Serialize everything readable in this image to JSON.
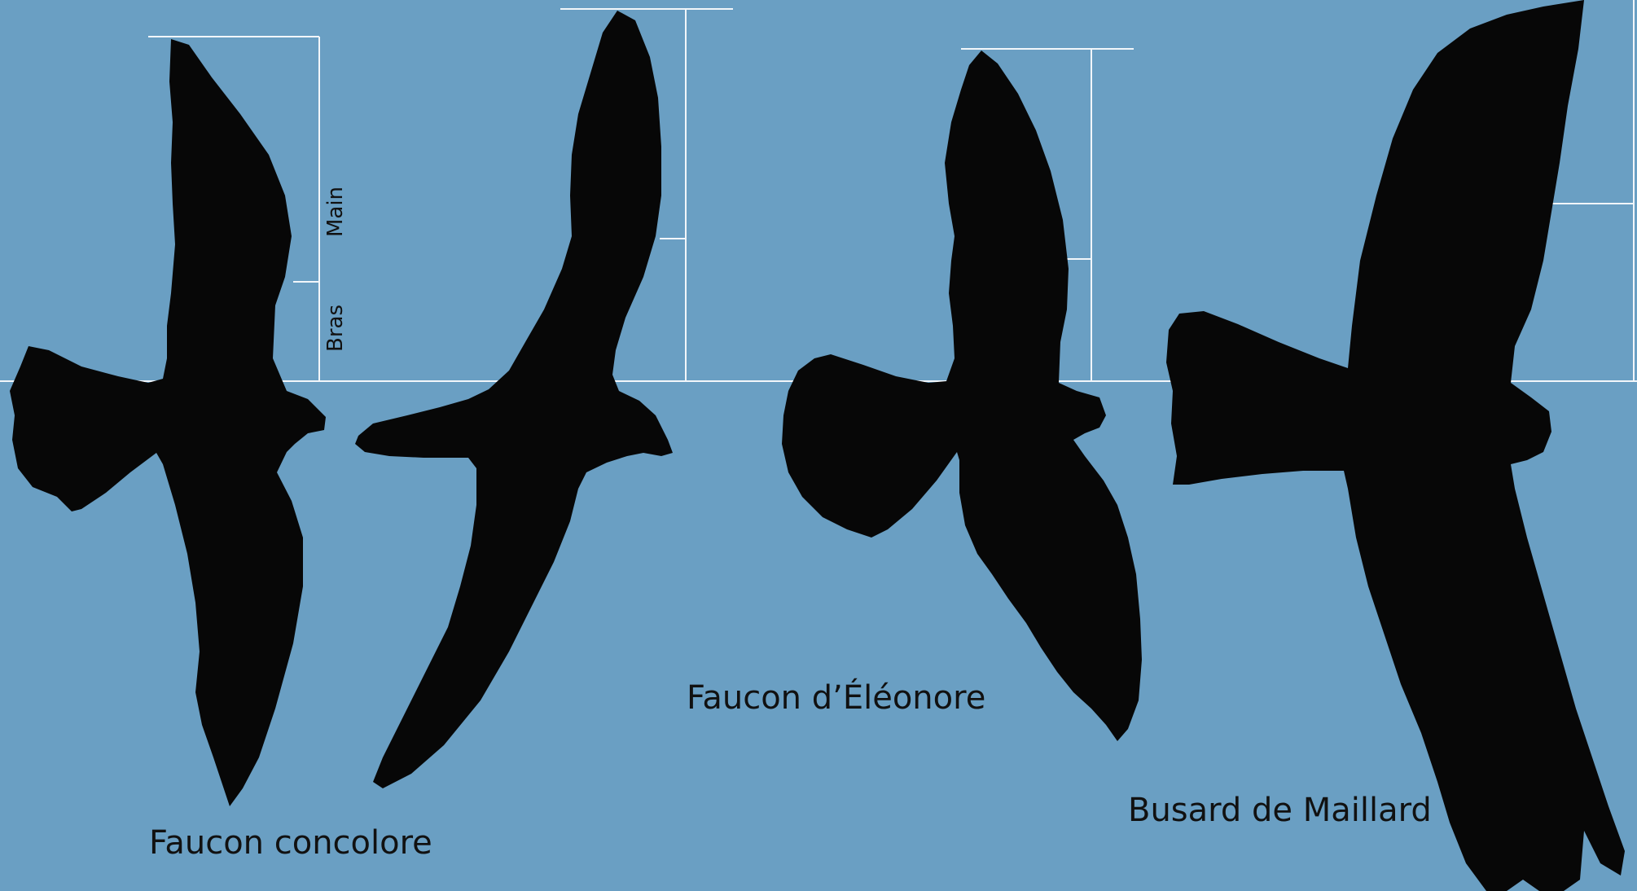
{
  "background_color": "#6a9fc3",
  "silhouette_color": "#070707",
  "guide_color": "#f2f6fa",
  "measure_labels": {
    "hand": "Main",
    "arm": "Bras"
  },
  "species": [
    {
      "name": "Faucon concolore"
    },
    {
      "name": "Faucon d’Éléonore"
    },
    {
      "name": "Busard de Maillard"
    }
  ]
}
